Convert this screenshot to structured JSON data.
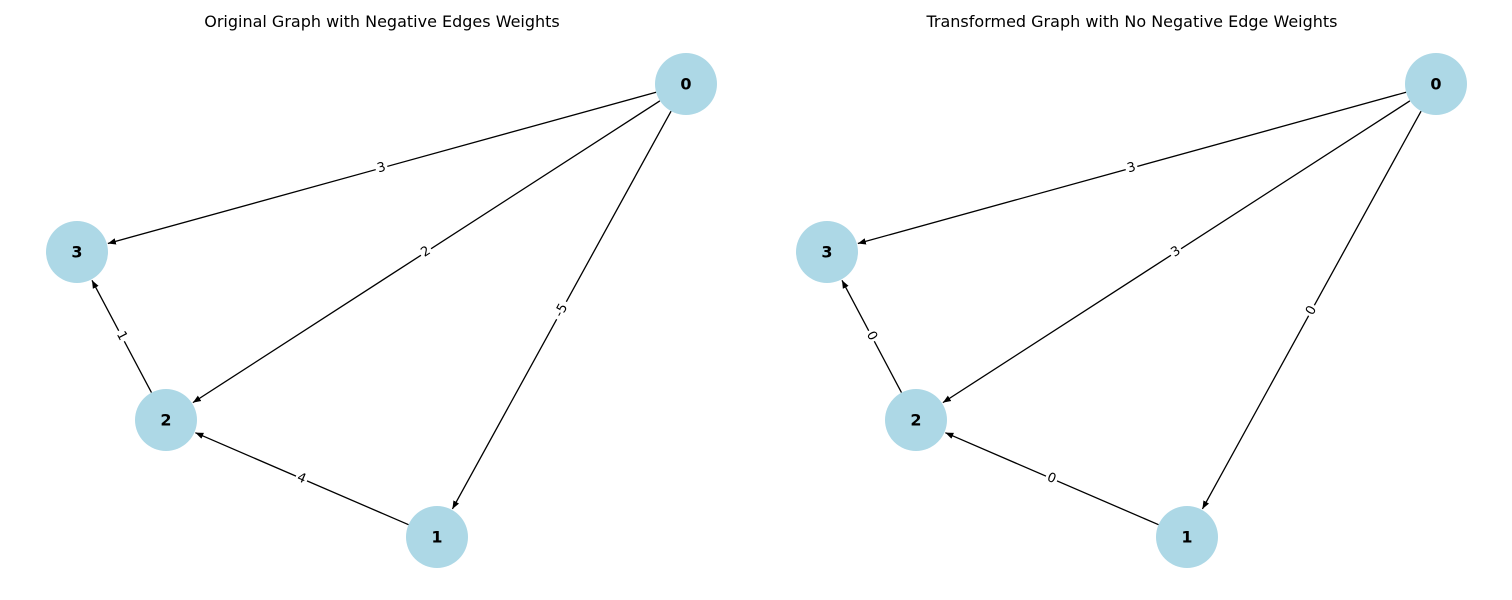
{
  "colors": {
    "node_fill": "#add8e6",
    "edge": "#000000",
    "label_bg": "#ffffff"
  },
  "graphs": [
    {
      "title": "Original Graph with Negative Edges Weights",
      "nodes": [
        {
          "id": "0",
          "label": "0"
        },
        {
          "id": "1",
          "label": "1"
        },
        {
          "id": "2",
          "label": "2"
        },
        {
          "id": "3",
          "label": "3"
        }
      ],
      "edges": [
        {
          "from": "0",
          "to": "3",
          "weight": "3"
        },
        {
          "from": "0",
          "to": "2",
          "weight": "2"
        },
        {
          "from": "0",
          "to": "1",
          "weight": "-5"
        },
        {
          "from": "2",
          "to": "3",
          "weight": "1"
        },
        {
          "from": "1",
          "to": "2",
          "weight": "4"
        }
      ]
    },
    {
      "title": "Transformed Graph with No Negative Edge Weights",
      "nodes": [
        {
          "id": "0",
          "label": "0"
        },
        {
          "id": "1",
          "label": "1"
        },
        {
          "id": "2",
          "label": "2"
        },
        {
          "id": "3",
          "label": "3"
        }
      ],
      "edges": [
        {
          "from": "0",
          "to": "3",
          "weight": "3"
        },
        {
          "from": "0",
          "to": "2",
          "weight": "3"
        },
        {
          "from": "0",
          "to": "1",
          "weight": "0"
        },
        {
          "from": "2",
          "to": "3",
          "weight": "0"
        },
        {
          "from": "1",
          "to": "2",
          "weight": "0"
        }
      ]
    }
  ]
}
